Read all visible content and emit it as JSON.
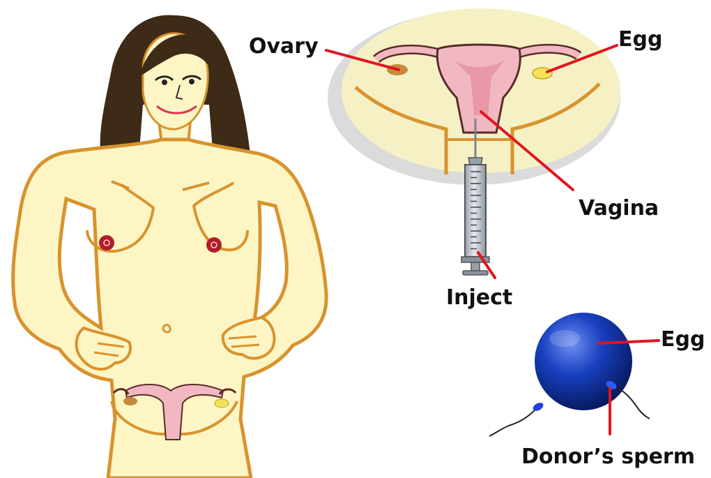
{
  "labels": {
    "ovary": "Ovary",
    "egg_top": "Egg",
    "vagina": "Vagina",
    "inject": "Inject",
    "egg_bottom": "Egg",
    "donor_sperm": "Donor’s sperm"
  },
  "colors": {
    "skin": "#fdf5c4",
    "outline": "#d8932e",
    "hair": "#3d2b17",
    "uterus": "#f2b8c2",
    "uterus_outline": "#5a2a2a",
    "nipple": "#b01c2a",
    "leader_line": "#e3141e",
    "inset_bg": "#f6f1c4",
    "egg_sphere": "#0a2f9a",
    "egg_yellow": "#f2e35a",
    "ovary_brown": "#c58a3c"
  }
}
